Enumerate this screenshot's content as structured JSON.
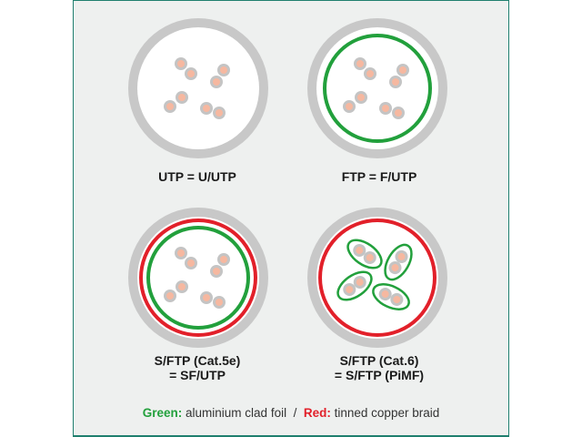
{
  "colors": {
    "jacket": "#c8c8c8",
    "green": "#22a03c",
    "red": "#e2202a",
    "conductor": "#f6b8a0",
    "insulation": "#c4c4c4"
  },
  "cables": [
    {
      "label_line1": "UTP = U/UTP",
      "label_line2": "",
      "foil": "none",
      "braid": false
    },
    {
      "label_line1": "FTP = F/UTP",
      "label_line2": "",
      "foil": "overall",
      "braid": false
    },
    {
      "label_line1": "S/FTP (Cat.5e)",
      "label_line2": "= SF/UTP",
      "foil": "overall",
      "braid": true
    },
    {
      "label_line1": "S/FTP (Cat.6)",
      "label_line2": "= S/FTP (PiMF)",
      "foil": "per-pair",
      "braid": true
    }
  ],
  "legend": {
    "green_label": "Green:",
    "green_text": "aluminium clad foil",
    "separator": "/",
    "red_label": "Red:",
    "red_text": "tinned copper braid"
  }
}
